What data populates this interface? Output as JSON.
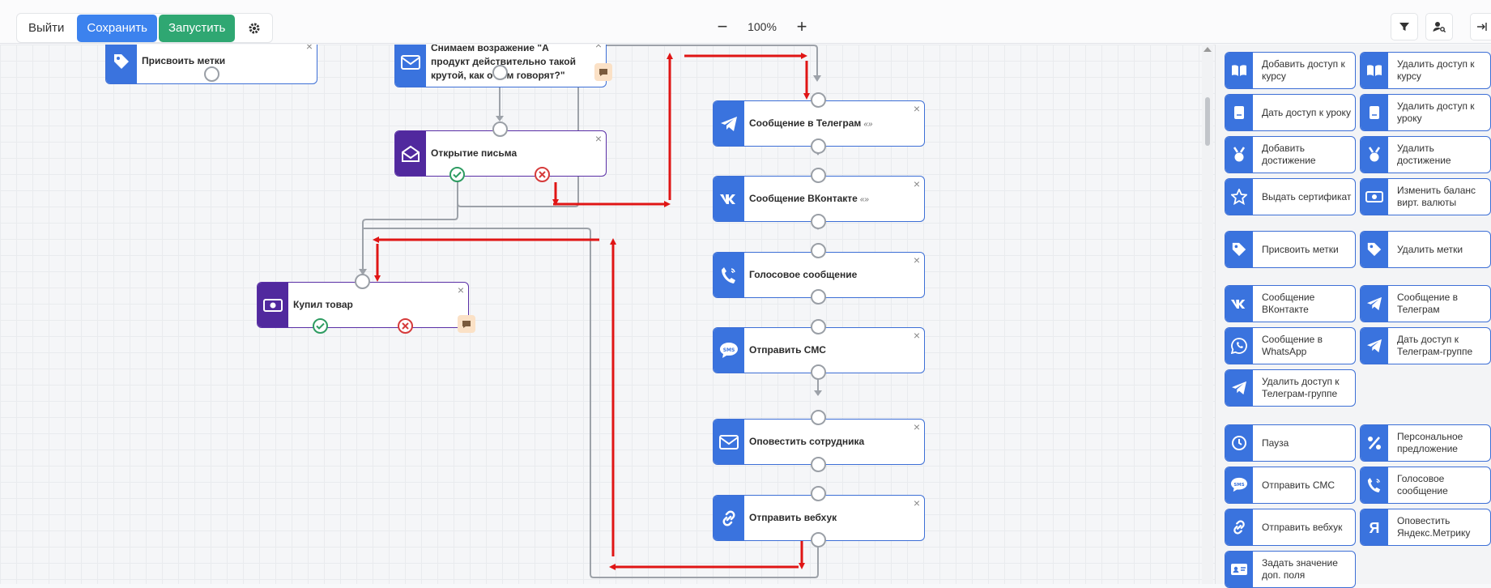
{
  "toolbar": {
    "exit_label": "Выйти",
    "save_label": "Сохранить",
    "run_label": "Запустить",
    "zoom_minus": "−",
    "zoom_value": "100%",
    "zoom_plus": "+"
  },
  "colors": {
    "primary": "#3c82ee",
    "success": "#2fa772",
    "node_blue": "#3a73de",
    "node_purple": "#51299e",
    "annotation_red": "#e01515"
  },
  "nodes": {
    "assign_tags": {
      "title": "Присвоить метки",
      "icon": "tag-icon"
    },
    "email_objection": {
      "title": "Снимаем возражение \"А продукт действительно такой крутой, как о нем говорят?\"",
      "icon": "envelope-icon"
    },
    "email_open": {
      "title": "Открытие письма",
      "icon": "open-envelope-icon"
    },
    "bought": {
      "title": "Купил товар",
      "icon": "cash-icon"
    },
    "telegram_msg": {
      "title": "Сообщение в Телеграм",
      "tag": "«»",
      "icon": "telegram-icon"
    },
    "vk_msg": {
      "title": "Сообщение ВКонтакте",
      "tag": "«»",
      "icon": "vk-icon"
    },
    "voice_msg": {
      "title": "Голосовое сообщение",
      "icon": "phone-icon"
    },
    "sms": {
      "title": "Отправить СМС",
      "icon": "sms-icon"
    },
    "notify_staff": {
      "title": "Оповестить сотрудника",
      "icon": "envelope-icon"
    },
    "webhook": {
      "title": "Отправить вебхук",
      "icon": "link-icon"
    }
  },
  "palette": {
    "add_course": "Добавить доступ к курсу",
    "remove_course": "Удалить доступ к курсу",
    "give_lesson": "Дать доступ к уроку",
    "remove_lesson": "Удалить доступ к уроку",
    "add_achievement": "Добавить достижение",
    "remove_achievement": "Удалить достижение",
    "issue_certificate": "Выдать сертификат",
    "change_balance": "Изменить баланс вирт. валюты",
    "assign_tags": "Присвоить метки",
    "remove_tags": "Удалить метки",
    "vk_message": "Сообщение ВКонтакте",
    "tg_message": "Сообщение в Телеграм",
    "wa_message": "Сообщение в WhatsApp",
    "tg_group_access": "Дать доступ к Телеграм-группе",
    "tg_group_remove": "Удалить доступ к Телеграм-группе",
    "pause": "Пауза",
    "personal_offer": "Персональное предложение",
    "send_sms": "Отправить СМС",
    "voice_message": "Голосовое сообщение",
    "send_webhook": "Отправить вебхук",
    "yandex_metrika": "Оповестить Яндекс.Метрику",
    "set_field": "Задать значение доп. поля"
  }
}
